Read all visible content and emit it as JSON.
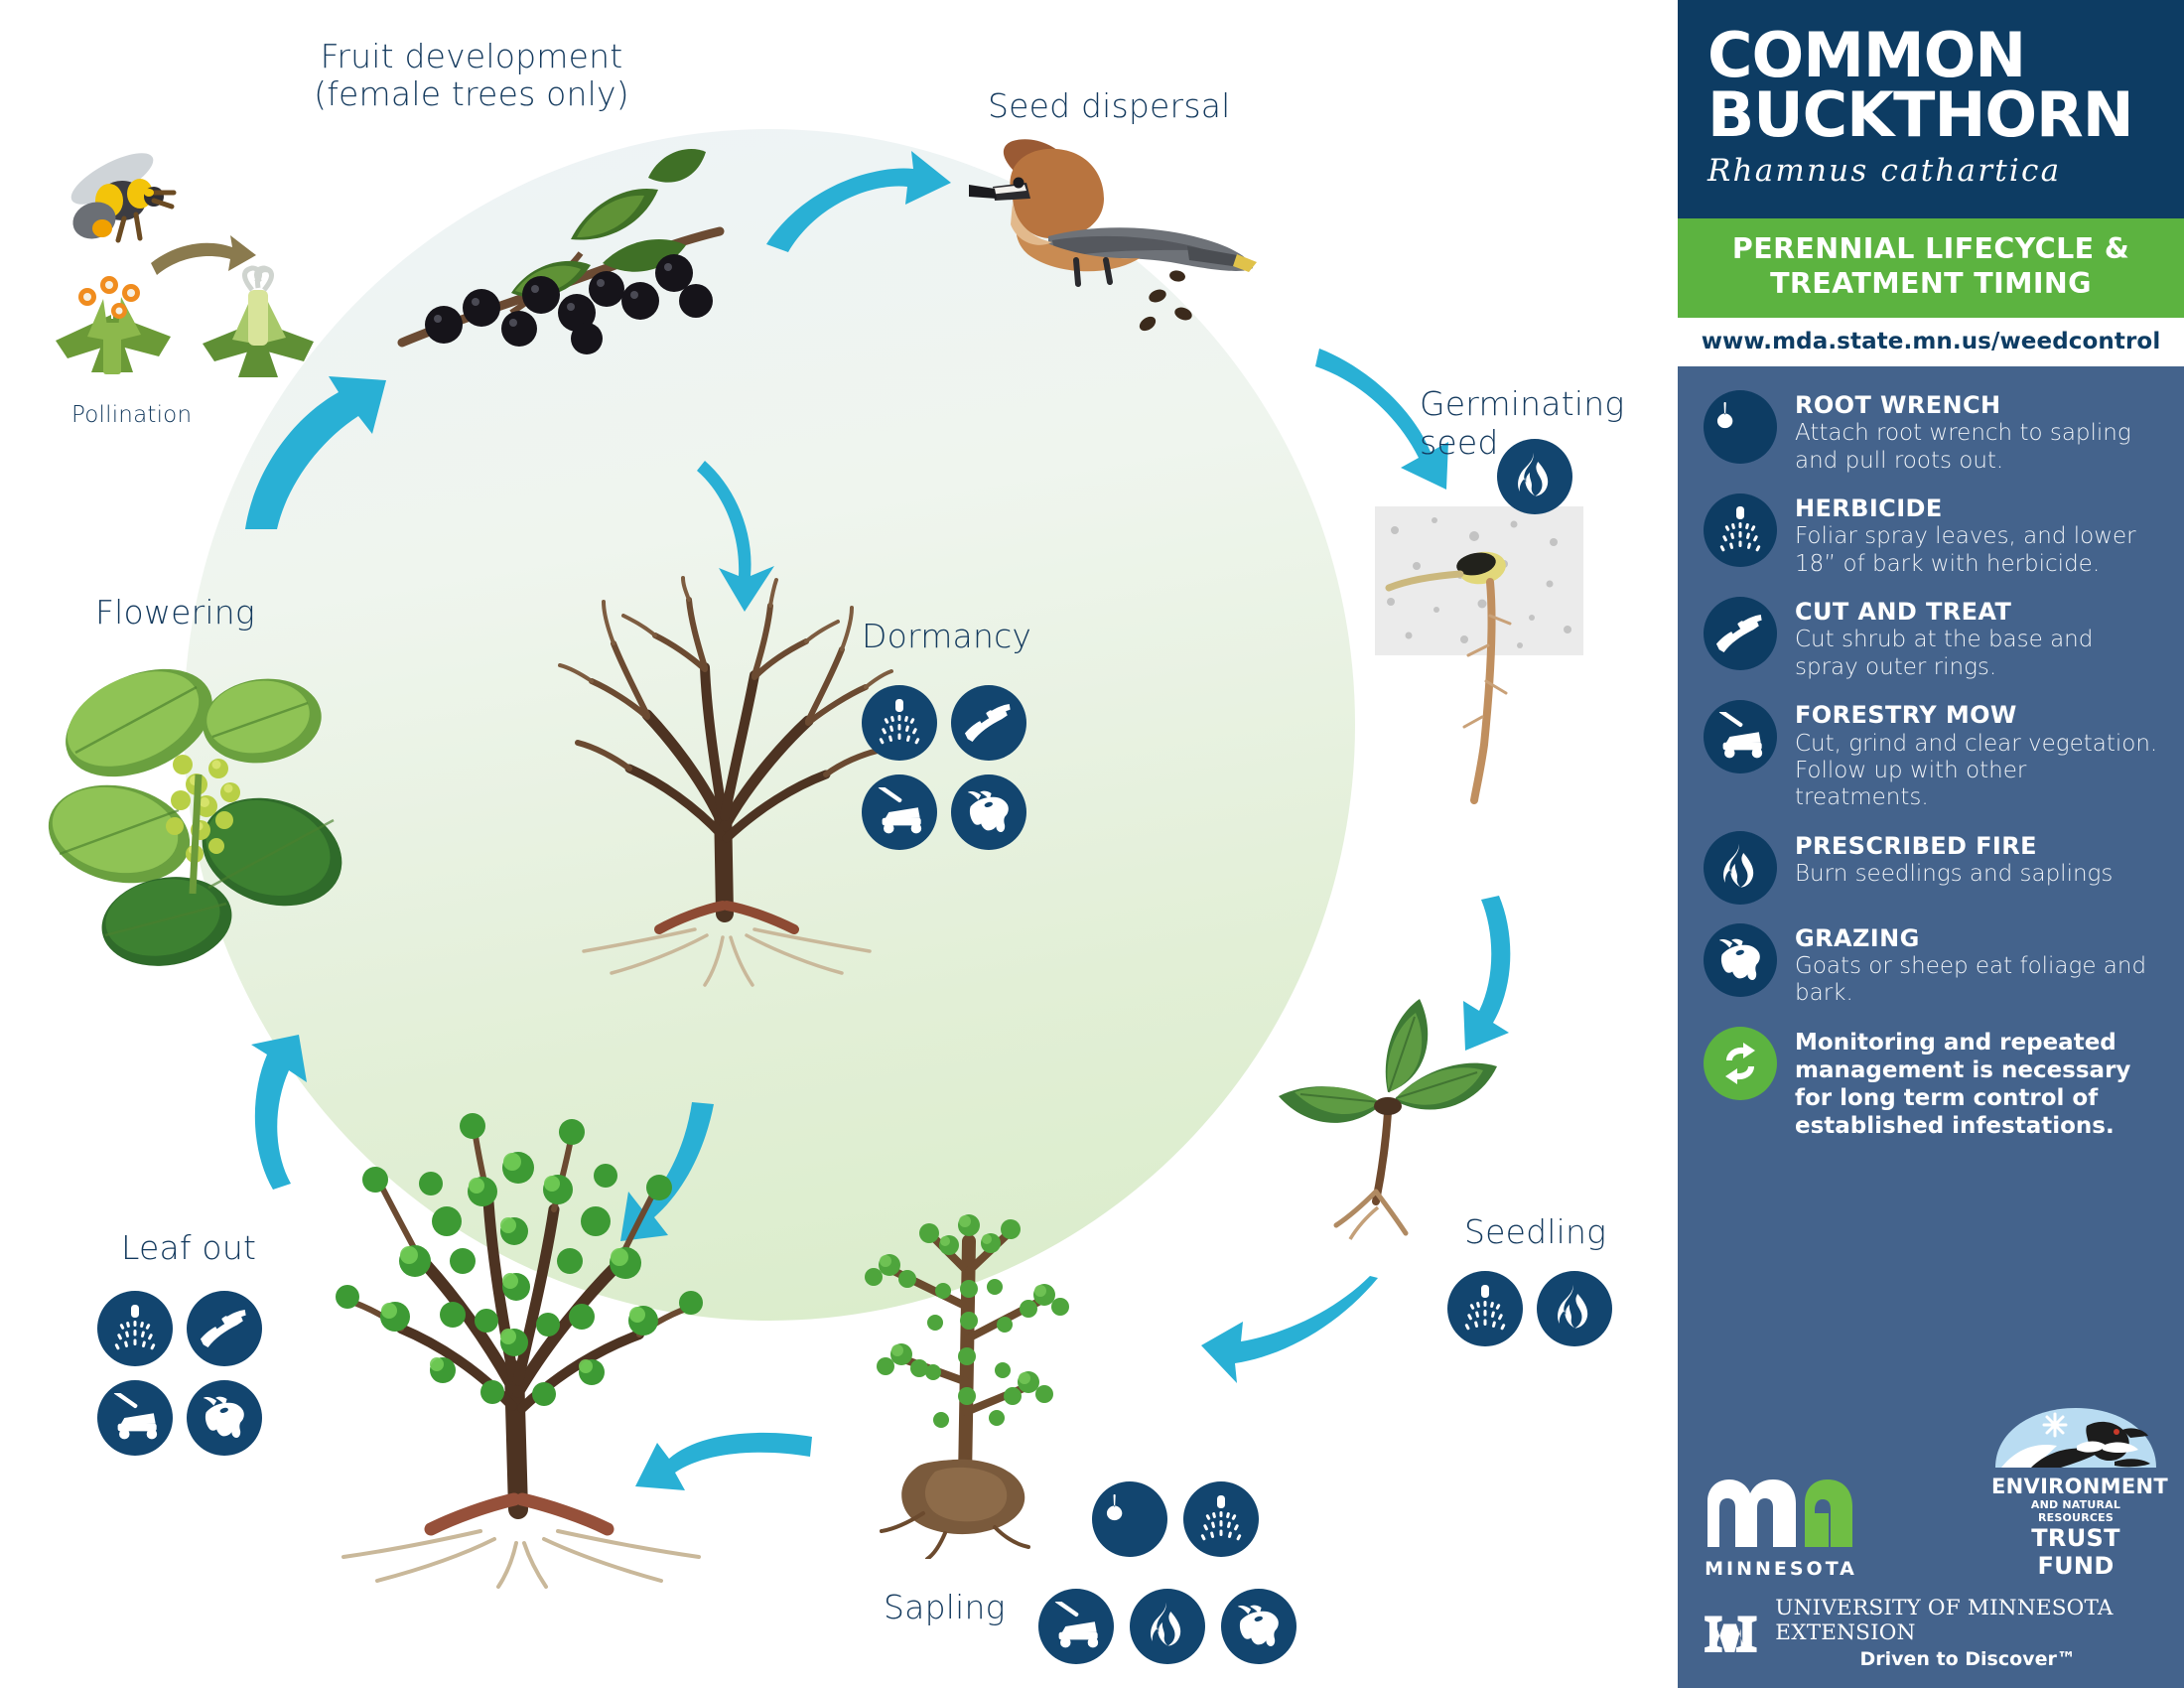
{
  "title": {
    "line1": "COMMON",
    "line2": "BUCKTHORN",
    "scientific_name": "Rhamnus cathartica",
    "subtitle": "PERENNIAL LIFECYCLE &\nTREATMENT TIMING",
    "url": "www.mda.state.mn.us/weedcontrol"
  },
  "colors": {
    "header_navy": "#0d3c63",
    "band_green": "#5cb340",
    "sidebar_blue": "#44638c",
    "icon_navy": "#12456f",
    "arrow_cyan": "#29b0d5",
    "label_navy": "#143a5e",
    "circle_top": "#eef3f7",
    "circle_bottom": "#d9ecc9"
  },
  "cycle": {
    "stages": [
      {
        "id": "fruit-development",
        "label": "Fruit development\n(female trees only)",
        "icons": []
      },
      {
        "id": "seed-dispersal",
        "label": "Seed dispersal",
        "icons": []
      },
      {
        "id": "germinating-seed",
        "label": "Germinating\nseed",
        "icons": [
          "prescribed-fire"
        ]
      },
      {
        "id": "seedling",
        "label": "Seedling",
        "icons": [
          "herbicide",
          "prescribed-fire"
        ]
      },
      {
        "id": "sapling",
        "label": "Sapling",
        "icons": [
          "root-wrench",
          "herbicide",
          "forestry-mow",
          "prescribed-fire",
          "grazing"
        ]
      },
      {
        "id": "leaf-out",
        "label": "Leaf out",
        "icons": [
          "herbicide",
          "cut-and-treat",
          "forestry-mow",
          "grazing"
        ]
      },
      {
        "id": "flowering",
        "label": "Flowering",
        "icons": []
      },
      {
        "id": "dormancy",
        "label": "Dormancy",
        "icons": [
          "herbicide",
          "cut-and-treat",
          "forestry-mow",
          "grazing"
        ]
      },
      {
        "id": "pollination",
        "label": "Pollination",
        "icons": []
      }
    ]
  },
  "legend": {
    "items": [
      {
        "icon": "root-wrench-icon",
        "title": "ROOT WRENCH",
        "desc": "Attach root wrench to sapling and pull roots out."
      },
      {
        "icon": "herbicide-sprayer-icon",
        "title": "HERBICIDE",
        "desc": "Foliar spray leaves, and lower 18” of bark with herbicide."
      },
      {
        "icon": "pruning-shears-icon",
        "title": "CUT AND TREAT",
        "desc": "Cut shrub at the base and spray outer rings."
      },
      {
        "icon": "lawn-mower-icon",
        "title": "FORESTRY MOW",
        "desc": "Cut, grind and clear vegetation. Follow up with other treatments."
      },
      {
        "icon": "flame-icon",
        "title": "PRESCRIBED FIRE",
        "desc": "Burn seedlings and saplings"
      },
      {
        "icon": "goat-icon",
        "title": "GRAZING",
        "desc": "Goats or sheep eat foliage and bark."
      }
    ],
    "monitoring": {
      "icon": "recycle-arrows-icon",
      "text": "Monitoring and repeated management is necessary for long term control of established infestations."
    }
  },
  "logos": {
    "minnesota": "MINNESOTA",
    "enrtf_line1": "ENVIRONMENT",
    "enrtf_line2": "AND NATURAL RESOURCES",
    "enrtf_line3": "TRUST FUND",
    "umn_line1": "UNIVERSITY OF MINNESOTA EXTENSION",
    "umn_line2": "Driven to Discover™"
  }
}
